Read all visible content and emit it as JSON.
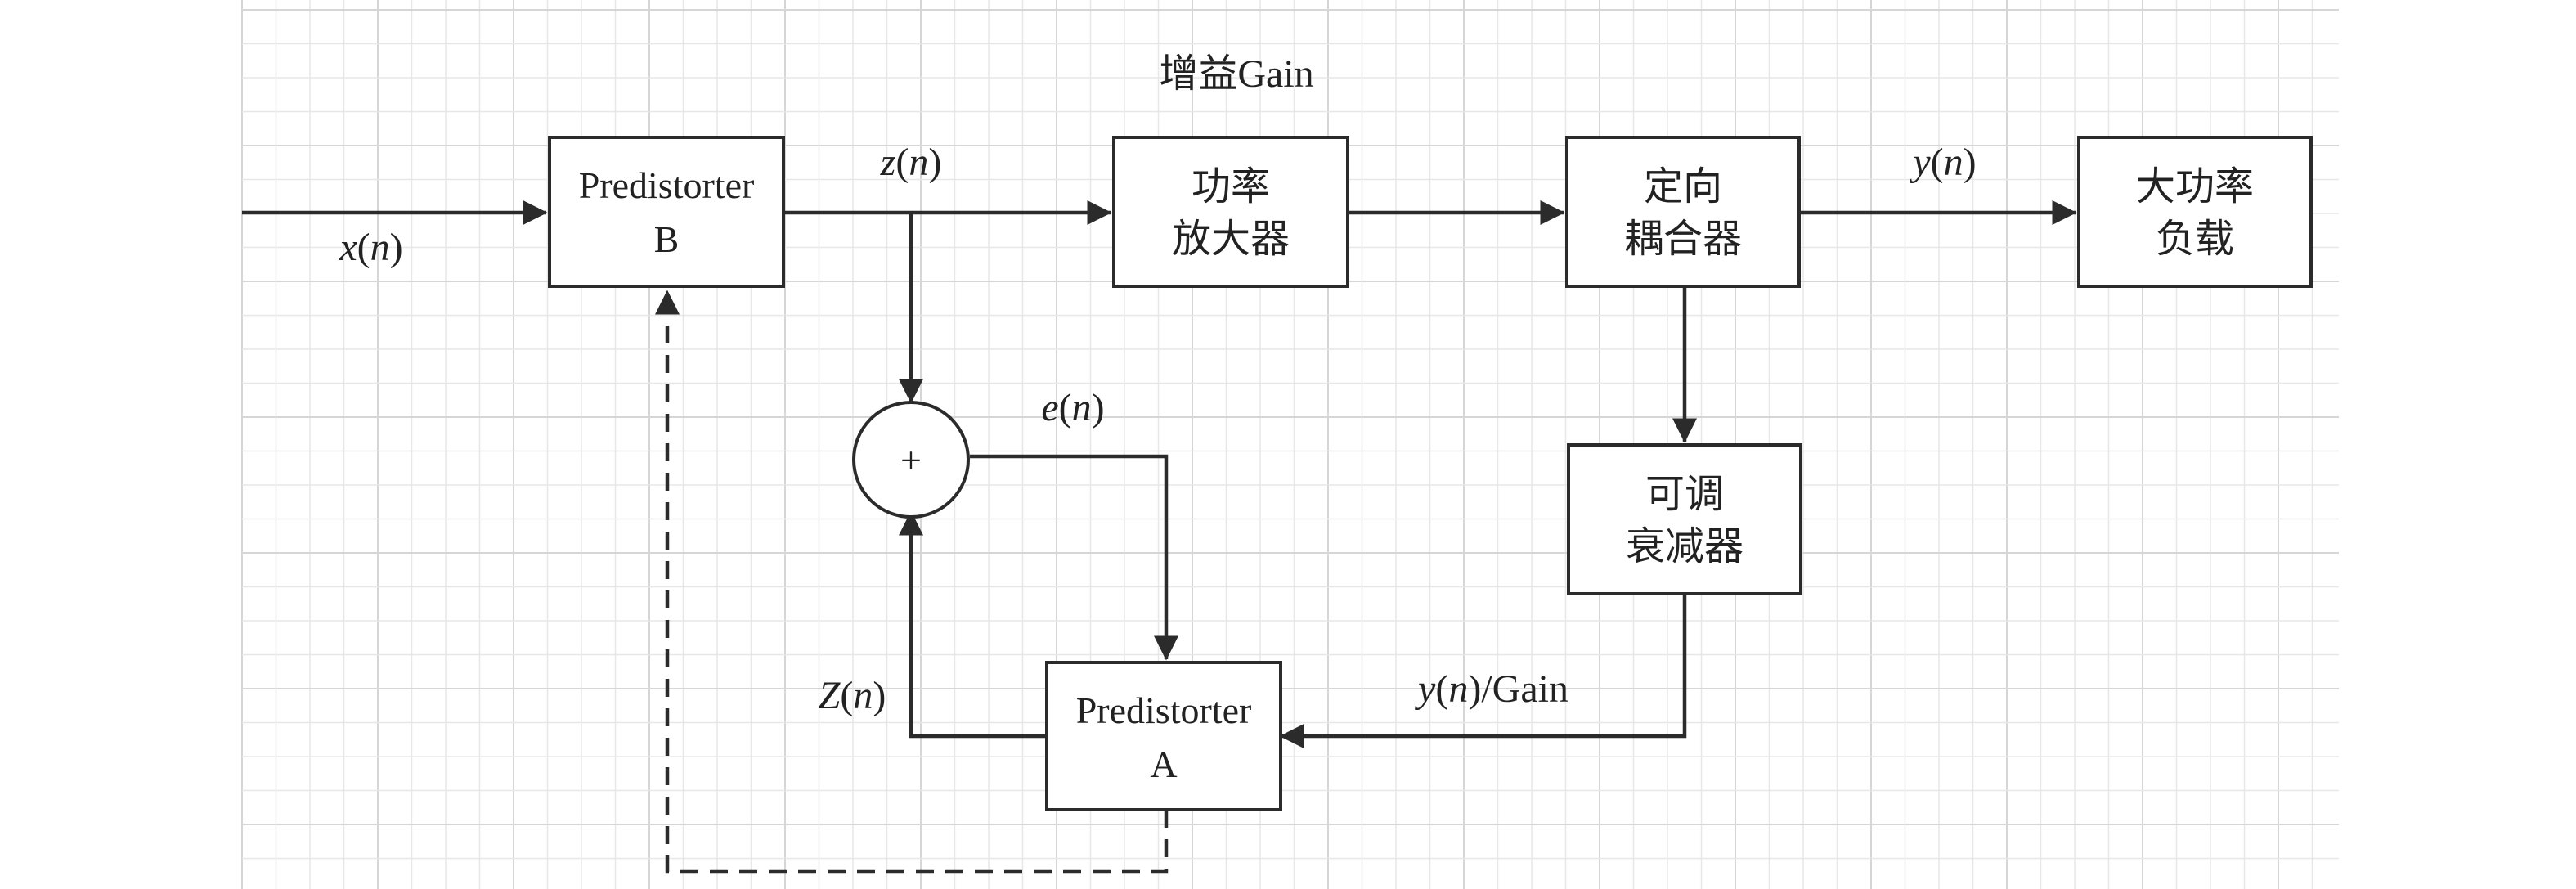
{
  "gain_label": "增益Gain",
  "blocks": {
    "predistorter_b": [
      "Predistorter",
      "B"
    ],
    "power_amplifier": [
      "功率",
      "放大器"
    ],
    "directional_coupler": [
      "定向",
      "耦合器"
    ],
    "high_power_load": [
      "大功率",
      "负载"
    ],
    "adjustable_attenuator": [
      "可调",
      "衰减器"
    ],
    "predistorter_a": [
      "Predistorter",
      "A"
    ]
  },
  "summer_symbol": "+",
  "signals": {
    "x_n": {
      "var": "x",
      "arg": "n"
    },
    "z_n": {
      "var": "z",
      "arg": "n"
    },
    "y_n": {
      "var": "y",
      "arg": "n"
    },
    "e_n": {
      "var": "e",
      "arg": "n"
    },
    "Z_n": {
      "var": "Z",
      "arg": "n"
    },
    "y_n_gain": {
      "var": "y",
      "arg": "n",
      "suffix": "/Gain"
    }
  },
  "paren_open": "(",
  "paren_close": ")"
}
